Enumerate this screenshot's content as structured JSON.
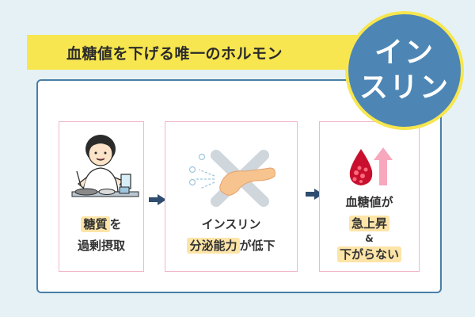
{
  "title": "血糖値を下げる唯一のホルモン",
  "badge": {
    "line1": "イン",
    "line2": "スリン"
  },
  "steps": [
    {
      "highlight": "糖質",
      "after": "を",
      "line2": "過剰摂取",
      "icon": "person-eating-icon"
    },
    {
      "line1": "インスリン",
      "highlight": "分泌能力",
      "after": "が低下",
      "icon": "pancreas-icon"
    },
    {
      "line1": "血糖値が",
      "highlight1": "急上昇",
      "amp": "&",
      "highlight2": "下がらない",
      "icon": "blood-drop-rising-icon"
    }
  ],
  "colors": {
    "banner": "#f7e64f",
    "badge": "#4d86b5",
    "panel_border": "#4a7fa6",
    "card_border": "#f1b8c7",
    "highlight": "#fde4a7",
    "arrow": "#2e4d70",
    "blood": "#c8102e",
    "up_arrow": "#f7a8bd"
  }
}
